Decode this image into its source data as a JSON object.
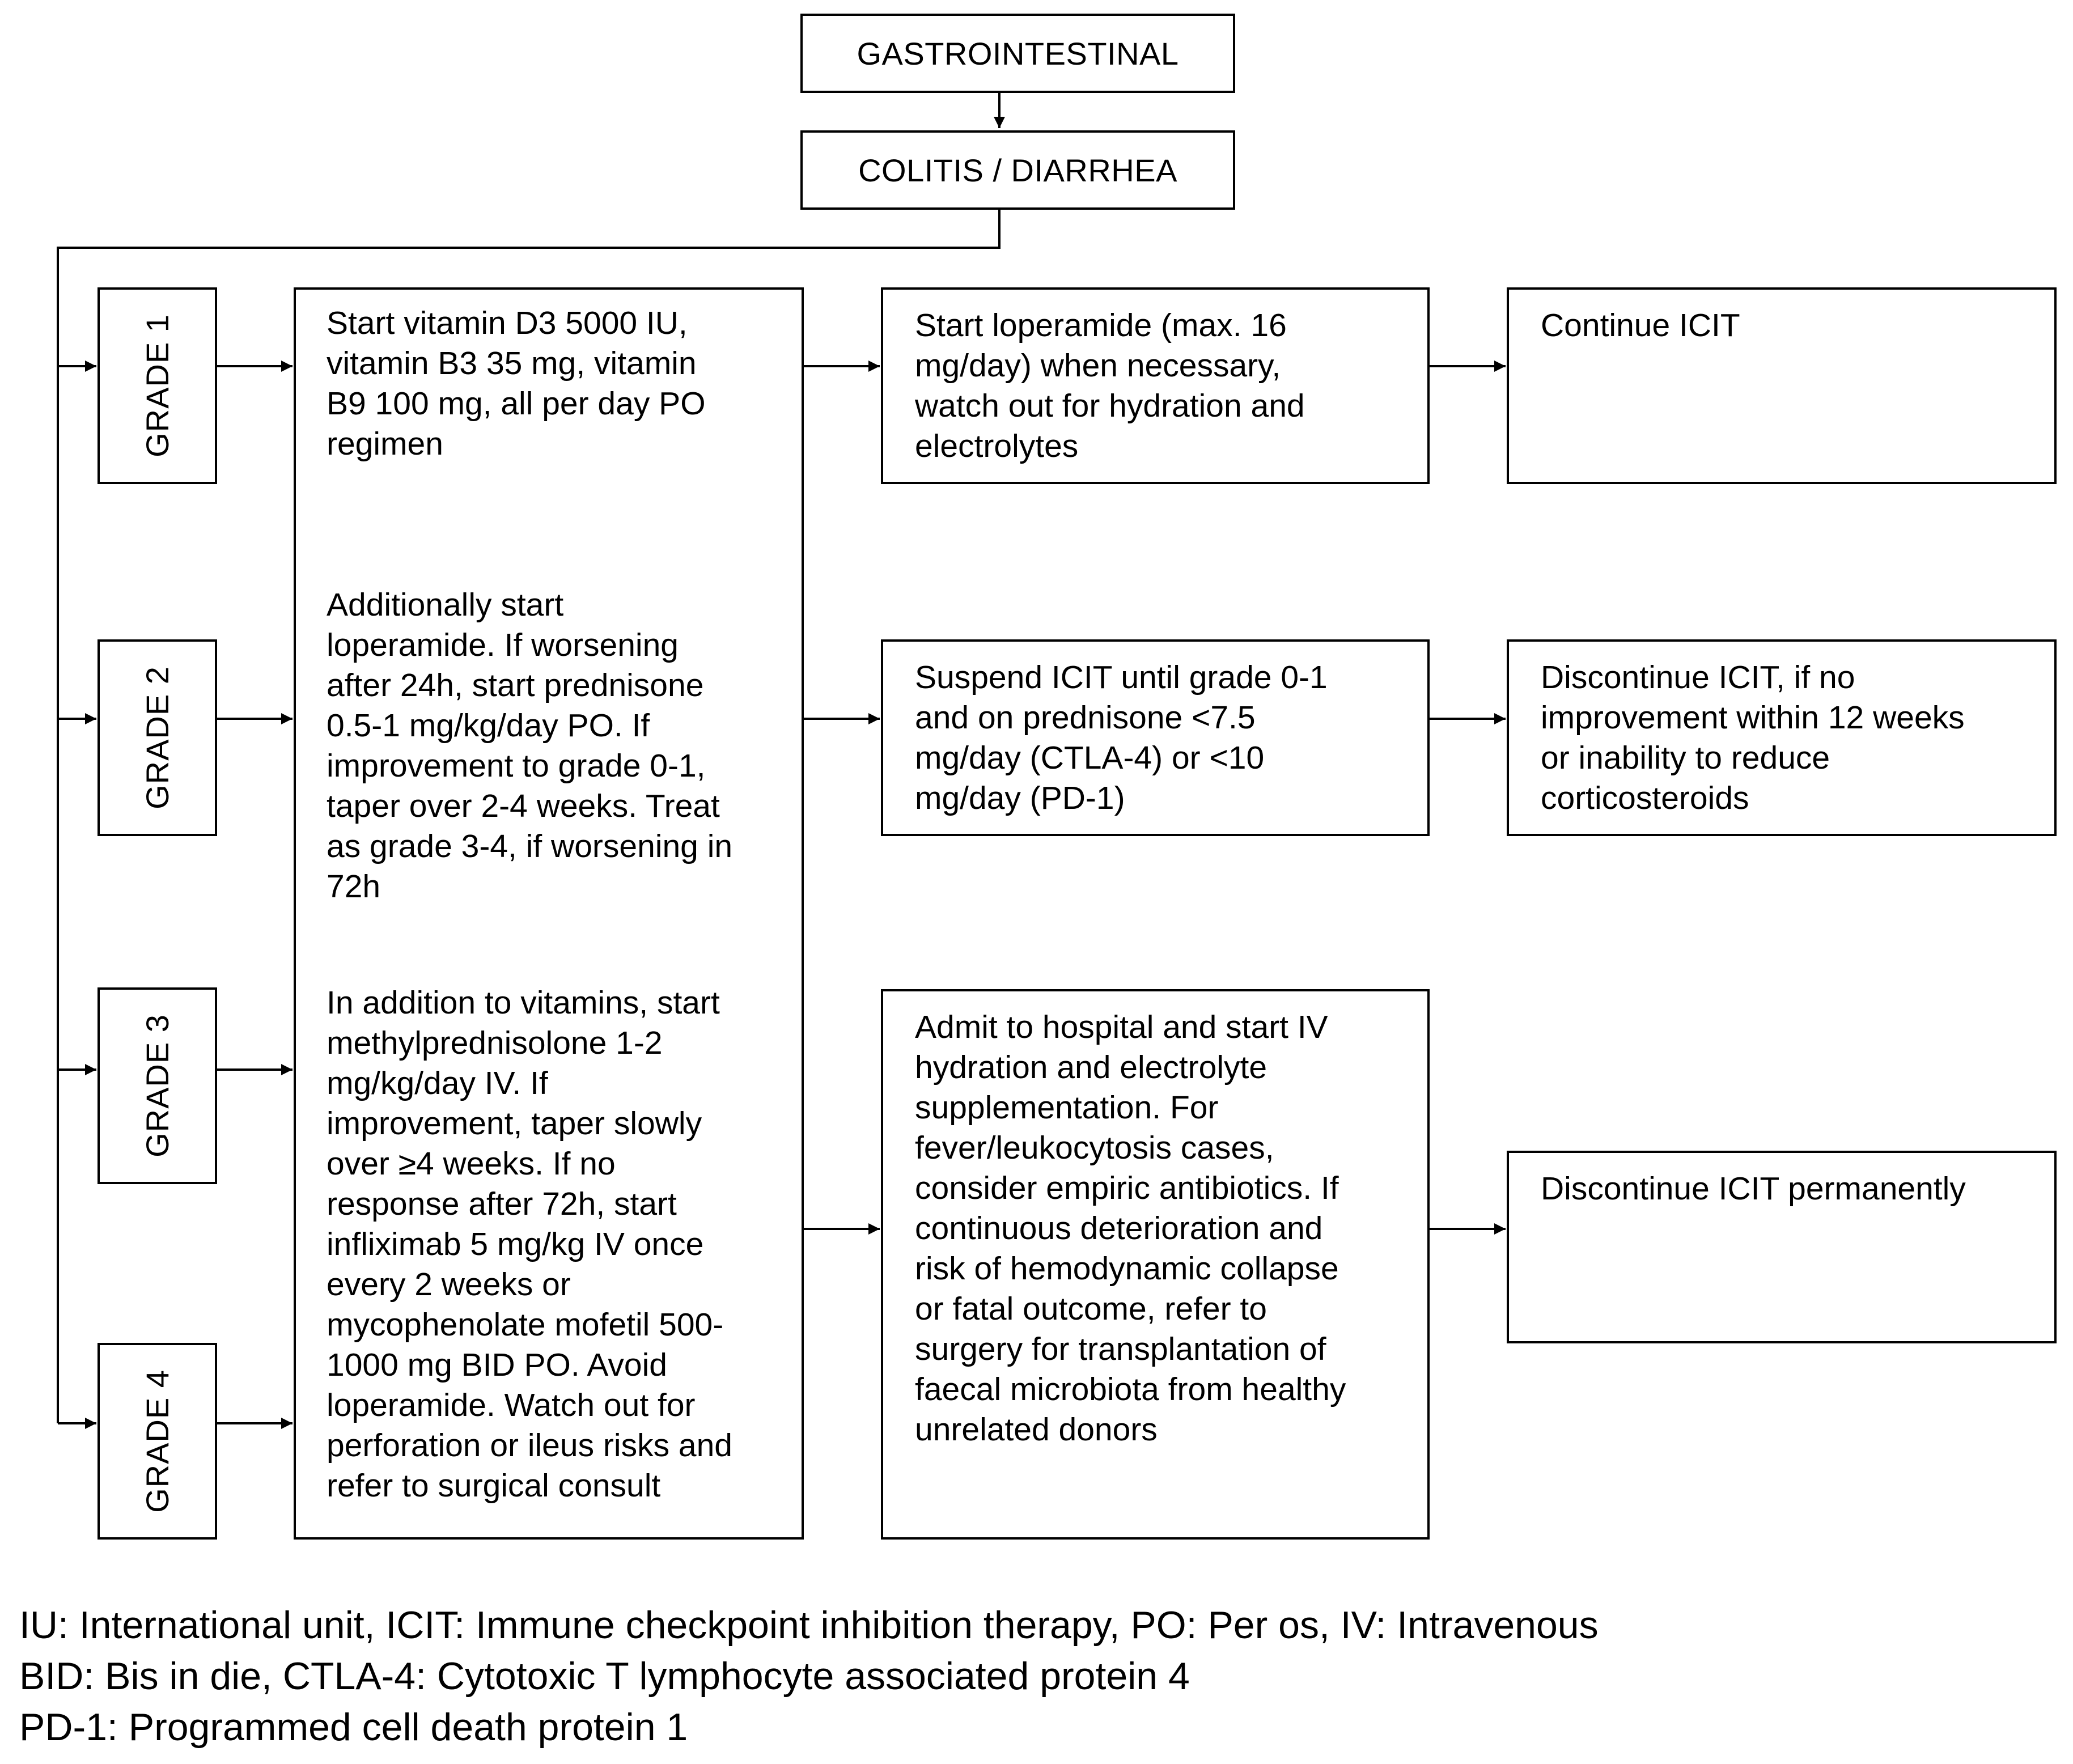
{
  "header": {
    "category": "GASTROINTESTINAL",
    "condition": "COLITIS / DIARRHEA"
  },
  "grades": [
    "GRADE 1",
    "GRADE 2",
    "GRADE 3",
    "GRADE 4"
  ],
  "management": {
    "grade1_initial": "Start vitamin D3 5000 IU,\nvitamin B3 35 mg, vitamin\nB9 100 mg, all per day PO\nregimen",
    "grade2_initial": "Additionally start\nloperamide. If worsening\nafter 24h, start prednisone\n0.5-1 mg/kg/day PO. If\nimprovement to grade 0-1,\ntaper over 2-4 weeks. Treat\nas grade 3-4, if worsening in\n72h",
    "grade34_initial": "In addition to vitamins, start\nmethylprednisolone 1-2\nmg/kg/day IV. If\nimprovement, taper slowly\nover ≥4 weeks. If no\nresponse after 72h, start\ninfliximab 5 mg/kg IV once\nevery 2 weeks or\nmycophenolate mofetil 500-\n1000 mg BID PO. Avoid\nloperamide. Watch out for\nperforation or ileus risks and\nrefer to surgical consult",
    "grade1_step2": "Start loperamide (max. 16\nmg/day) when necessary,\nwatch out for hydration and\nelectrolytes",
    "grade2_step2": "Suspend ICIT until grade 0-1\nand on prednisone <7.5\nmg/day (CTLA-4) or <10\nmg/day (PD-1)",
    "grade34_step2": "Admit to hospital and start IV\nhydration and electrolyte\nsupplementation. For\nfever/leukocytosis cases,\nconsider empiric antibiotics. If\ncontinuous deterioration and\nrisk of hemodynamic collapse\nor fatal outcome, refer to\nsurgery for transplantation of\nfaecal microbiota from healthy\nunrelated donors",
    "grade1_step3": "Continue ICIT",
    "grade2_step3": "Discontinue ICIT, if no\nimprovement within 12 weeks\nor inability to reduce\ncorticosteroids",
    "grade34_step3": "Discontinue ICIT permanently"
  },
  "footnotes": [
    "IU: International unit, ICIT: Immune checkpoint inhibition therapy, PO: Per os, IV: Intravenous",
    "BID: Bis in die, CTLA-4: Cytotoxic T lymphocyte associated protein 4",
    "PD-1: Programmed cell death protein 1"
  ]
}
